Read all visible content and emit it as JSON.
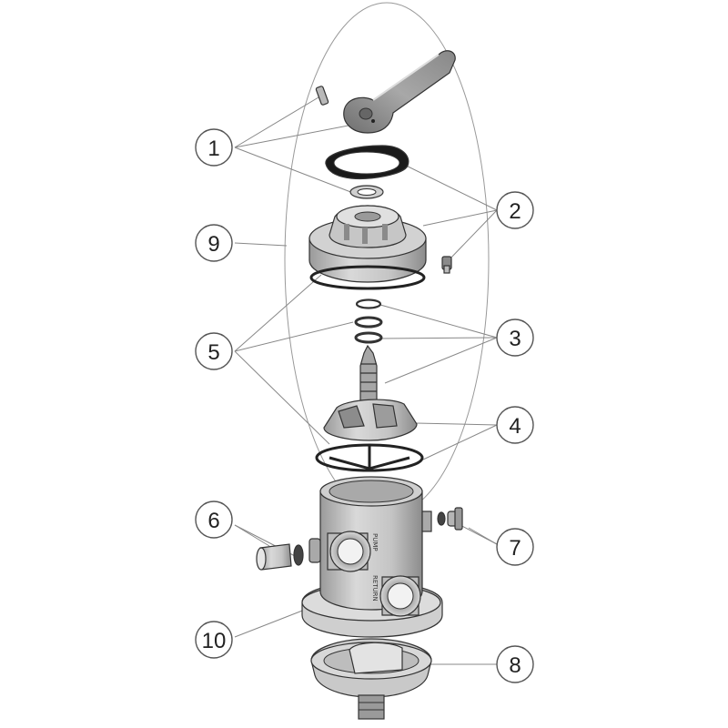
{
  "diagram": {
    "colors": {
      "part_light": "#d4d4d4",
      "part_mid": "#bdbdbd",
      "part_dark": "#7a7a7a",
      "outline": "#333333",
      "leader": "#888888",
      "gasket": "#1a1a1a"
    },
    "callouts": [
      {
        "id": "c1",
        "label": "1"
      },
      {
        "id": "c2",
        "label": "2"
      },
      {
        "id": "c3",
        "label": "3"
      },
      {
        "id": "c4",
        "label": "4"
      },
      {
        "id": "c5",
        "label": "5"
      },
      {
        "id": "c6",
        "label": "6"
      },
      {
        "id": "c7",
        "label": "7"
      },
      {
        "id": "c8",
        "label": "8"
      },
      {
        "id": "c9",
        "label": "9"
      },
      {
        "id": "c10",
        "label": "10"
      }
    ],
    "body_text": {
      "pump": "PUMP",
      "return": "RETURN"
    }
  }
}
